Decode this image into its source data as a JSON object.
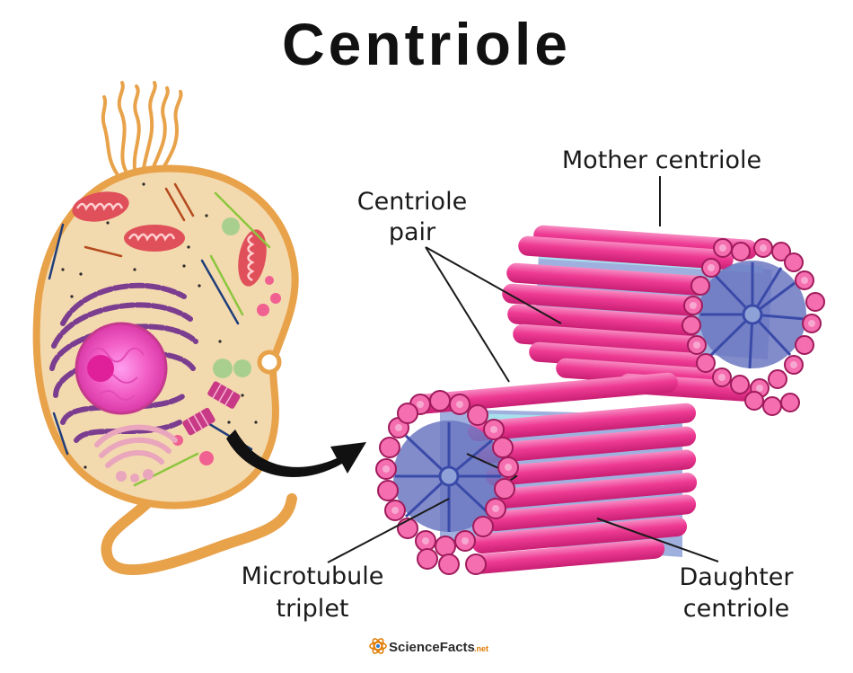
{
  "title": "Centriole",
  "labels": {
    "mother": "Mother centriole",
    "pair_line1": "Centriole",
    "pair_line2": "pair",
    "triplet_line1": "Microtubule",
    "triplet_line2": "triplet",
    "daughter_line1": "Daughter",
    "daughter_line2": "centriole"
  },
  "watermark": {
    "brand": "ScienceFacts",
    "suffix": ".net"
  },
  "colors": {
    "cytoplasm": "#f3d9ae",
    "membrane": "#e8a24a",
    "microtubule": "#ee3a93",
    "tube_end": "#f46eb0",
    "centriole_core": "#7d86c9",
    "linker": "#4453a8",
    "mitochondria": "#e0505a",
    "er": "#7b3d8f",
    "nucleus": "#f25cc4"
  }
}
